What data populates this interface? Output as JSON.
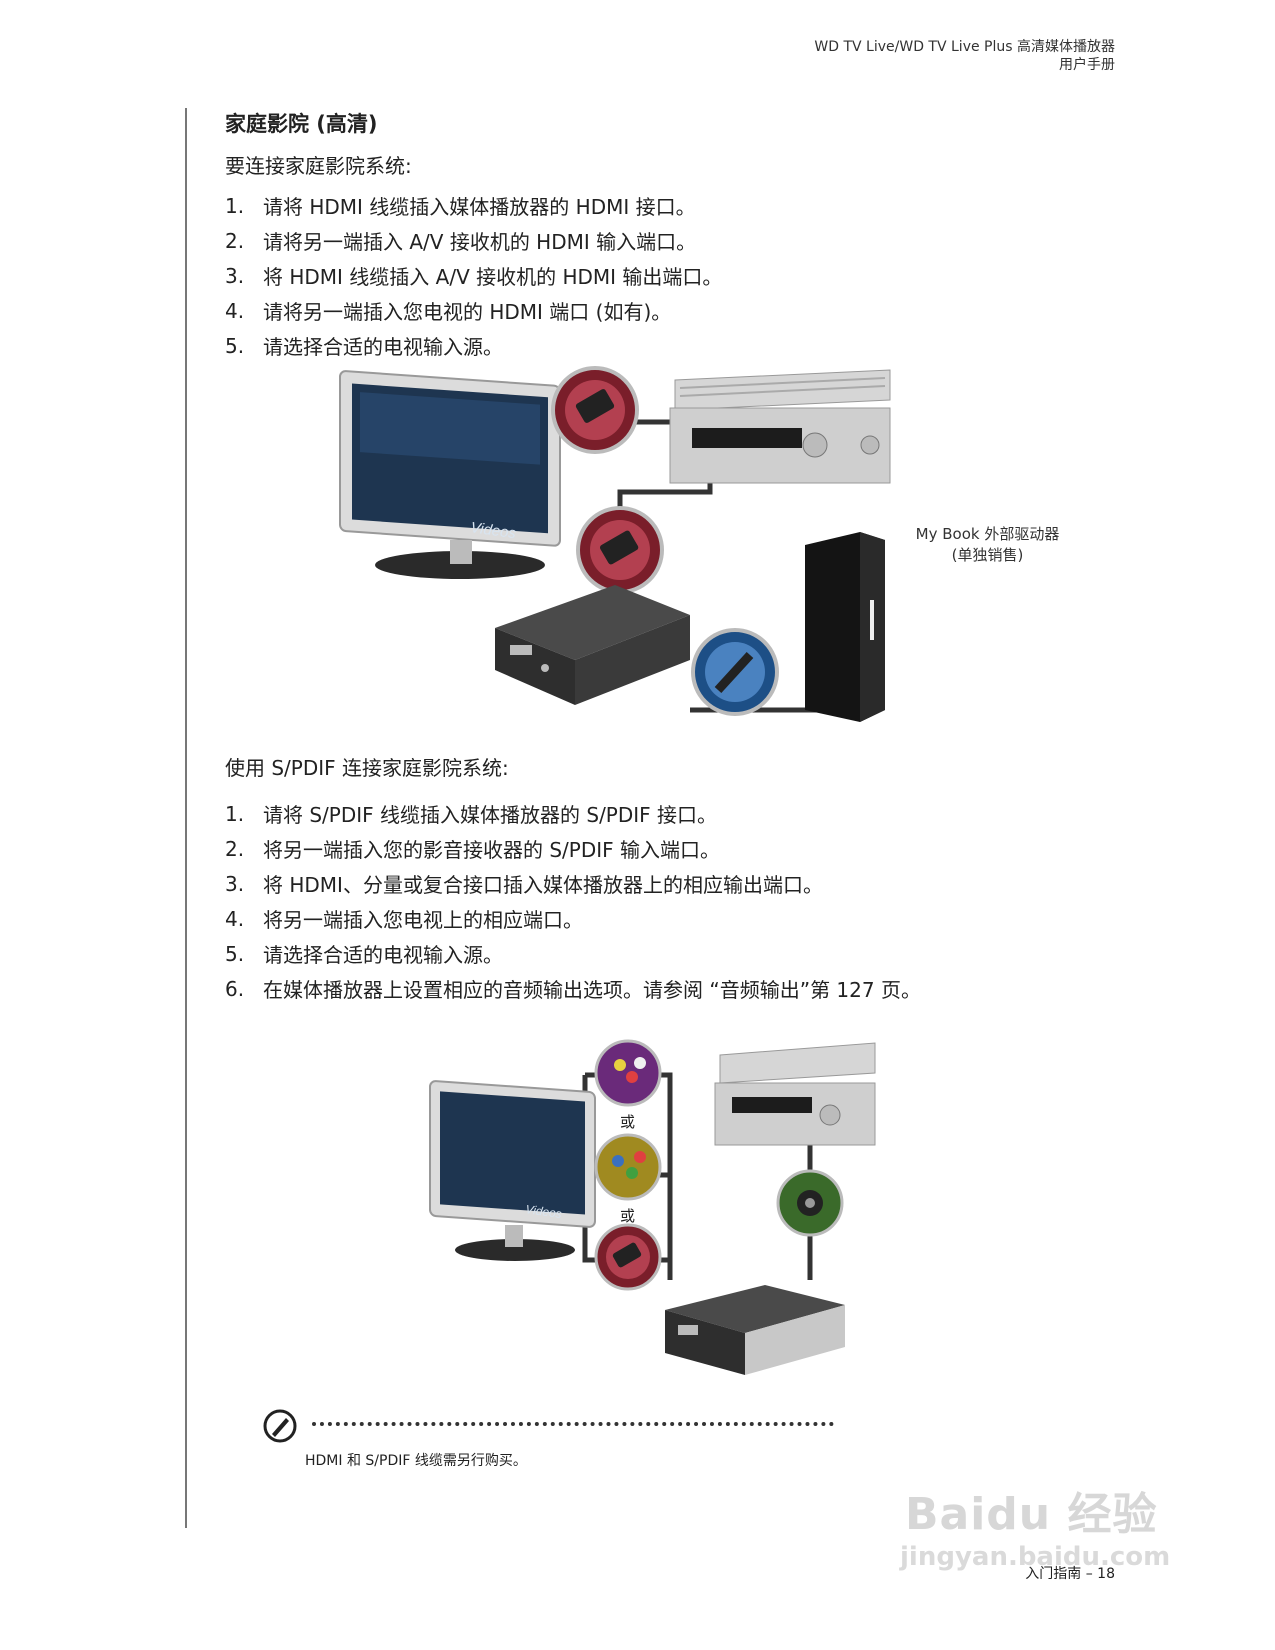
{
  "header": {
    "line1": "WD TV Live/WD TV Live Plus 高清媒体播放器",
    "line2": "用户手册"
  },
  "section": {
    "title": "家庭影院 (高清)",
    "intro": "要连接家庭影院系统:",
    "steps": [
      {
        "n": "1.",
        "text": "请将 HDMI 线缆插入媒体播放器的 HDMI 接口。"
      },
      {
        "n": "2.",
        "text": "请将另一端插入 A/V 接收机的 HDMI 输入端口。"
      },
      {
        "n": "3.",
        "text": "将 HDMI 线缆插入 A/V 接收机的 HDMI 输出端口。"
      },
      {
        "n": "4.",
        "text": "请将另一端插入您电视的 HDMI 端口 (如有)。"
      },
      {
        "n": "5.",
        "text": "请选择合适的电视输入源。"
      }
    ]
  },
  "figure1": {
    "tv_screen_text": "Videos",
    "drive_label_line1": "My Book 外部驱动器",
    "drive_label_line2": "(单独销售)",
    "colors": {
      "hdmi_ring": "#7a1e2a",
      "usb_ring": "#1d4f86",
      "cable": "#333333"
    }
  },
  "section2": {
    "intro": "使用 S/PDIF 连接家庭影院系统:",
    "steps": [
      {
        "n": "1.",
        "text": "请将 S/PDIF 线缆插入媒体播放器的 S/PDIF 接口。"
      },
      {
        "n": "2.",
        "text": "将另一端插入您的影音接收器的 S/PDIF 输入端口。"
      },
      {
        "n": "3.",
        "text": "将 HDMI、分量或复合接口插入媒体播放器上的相应输出端口。"
      },
      {
        "n": "4.",
        "text": "将另一端插入您电视上的相应端口。"
      },
      {
        "n": "5.",
        "text": "请选择合适的电视输入源。"
      },
      {
        "n": "6.",
        "text": "在媒体播放器上设置相应的音频输出选项。请参阅 “音频输出”第 127 页。"
      }
    ]
  },
  "figure2": {
    "tv_screen_text": "Videos",
    "or1": "或",
    "or2": "或",
    "colors": {
      "composite_ring": "#6a2a7a",
      "component_ring": "#a08a20",
      "hdmi_ring": "#7a1e2a",
      "spdif_ring": "#3a6a2a"
    }
  },
  "note": {
    "icon": "note-pencil-icon",
    "text": "HDMI 和 S/PDIF 线缆需另行购买。"
  },
  "footer": {
    "text": "入门指南 – 18"
  },
  "watermark": {
    "line1": "Baidu 经验",
    "line2": "jingyan.baidu.com"
  }
}
